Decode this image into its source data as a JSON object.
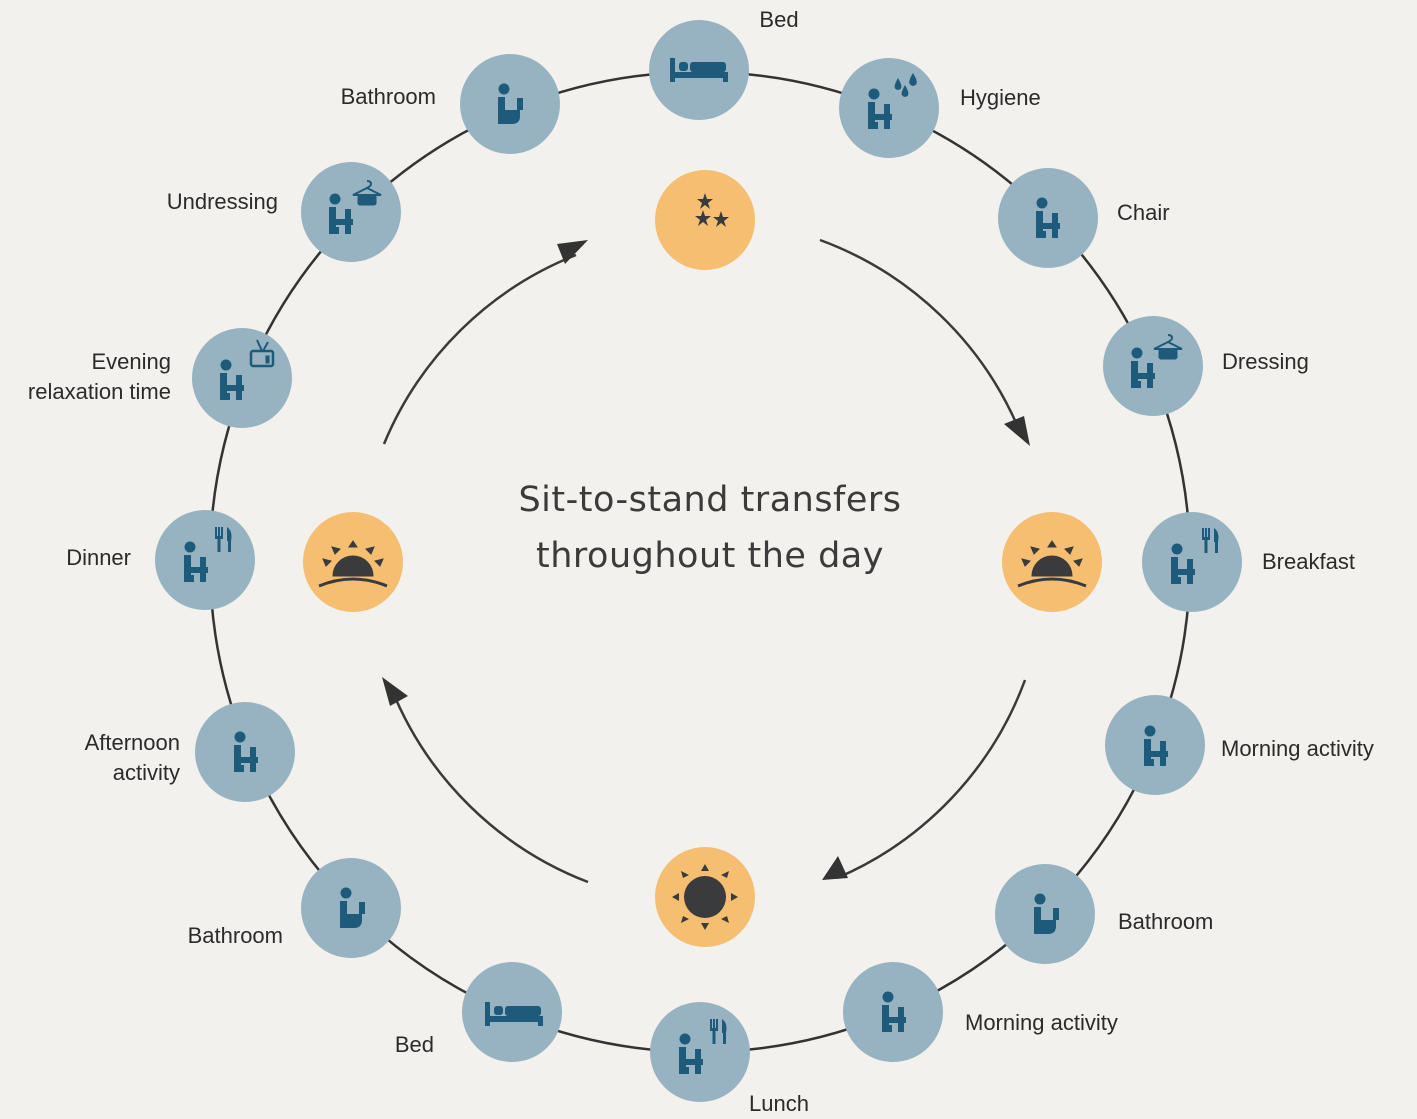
{
  "title": {
    "line1": "Sit-to-stand transfers",
    "line2": "throughout the day"
  },
  "colors": {
    "background": "#f3f1ed",
    "node_circle": "#97b3c1",
    "node_icon": "#1e5a79",
    "time_circle": "#f5be70",
    "time_icon": "#3a3b3c",
    "ring": "#333333"
  },
  "activities": [
    {
      "label": "Bed",
      "icon": "bed-icon"
    },
    {
      "label": "Hygiene",
      "icon": "person-sitting-water-drops-icon"
    },
    {
      "label": "Chair",
      "icon": "person-sitting-icon"
    },
    {
      "label": "Dressing",
      "icon": "person-sitting-hanger-icon"
    },
    {
      "label": "Breakfast",
      "icon": "person-sitting-fork-knife-icon"
    },
    {
      "label": "Morning activity",
      "icon": "person-sitting-icon"
    },
    {
      "label": "Bathroom",
      "icon": "person-sitting-toilet-icon"
    },
    {
      "label": "Morning activity",
      "icon": "person-sitting-icon"
    },
    {
      "label": "Lunch",
      "icon": "person-sitting-fork-knife-icon"
    },
    {
      "label": "Bed",
      "icon": "bed-icon"
    },
    {
      "label": "Bathroom",
      "icon": "person-sitting-toilet-icon"
    },
    {
      "label_line1": "Afternoon",
      "label_line2": "activity",
      "icon": "person-sitting-icon"
    },
    {
      "label": "Dinner",
      "icon": "person-sitting-fork-knife-icon"
    },
    {
      "label_line1": "Evening",
      "label_line2": "relaxation time",
      "icon": "person-sitting-tv-icon"
    },
    {
      "label": "Undressing",
      "icon": "person-sitting-hanger-icon"
    },
    {
      "label": "Bathroom",
      "icon": "person-sitting-toilet-icon"
    }
  ],
  "times_of_day": [
    {
      "name": "night",
      "icon": "moon-stars-icon"
    },
    {
      "name": "morning",
      "icon": "sunrise-icon"
    },
    {
      "name": "midday",
      "icon": "sun-icon"
    },
    {
      "name": "evening",
      "icon": "sunset-icon"
    }
  ]
}
